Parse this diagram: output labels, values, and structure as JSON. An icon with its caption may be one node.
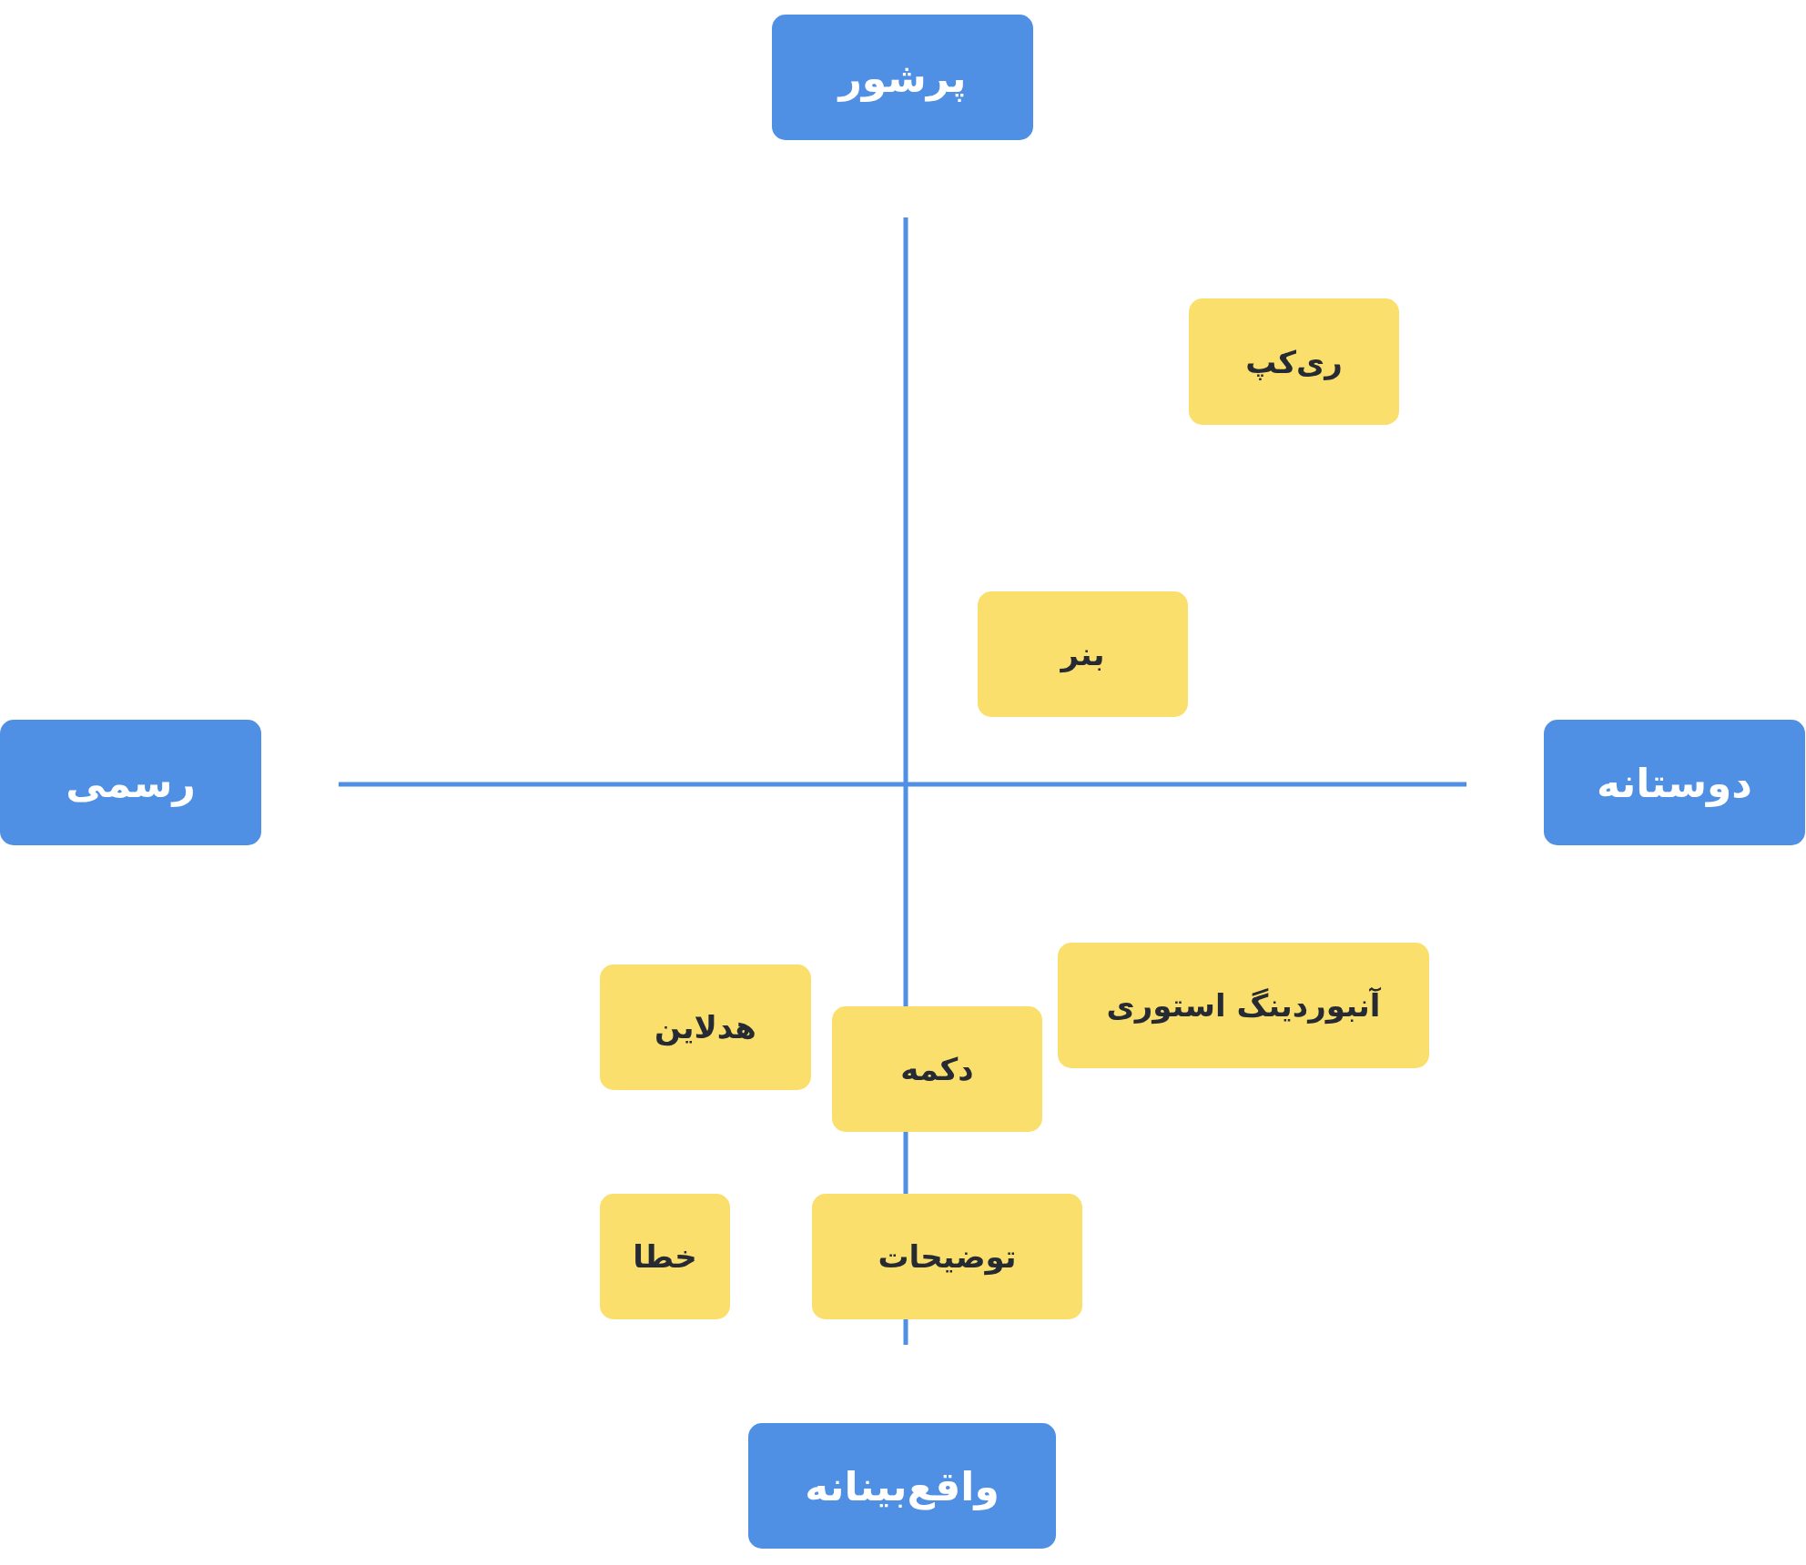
{
  "diagram": {
    "nodes": [
      {
        "text": [
          "پرشور"
        ]
      },
      {
        "text": [
          "ری‌کپ"
        ]
      },
      {
        "text": [
          "بنر"
        ]
      },
      {
        "text": [
          "رسمی"
        ]
      },
      {
        "text": [
          "دوستانه"
        ]
      },
      {
        "text": [
          "آنبوردینگ استوری"
        ]
      },
      {
        "text": [
          "هدلاین"
        ]
      },
      {
        "text": [
          "دکمه"
        ]
      },
      {
        "text": [
          "خطا"
        ]
      },
      {
        "text": [
          "توضیحات"
        ]
      },
      {
        "text": [
          "واقع‌بینانه"
        ]
      }
    ]
  }
}
